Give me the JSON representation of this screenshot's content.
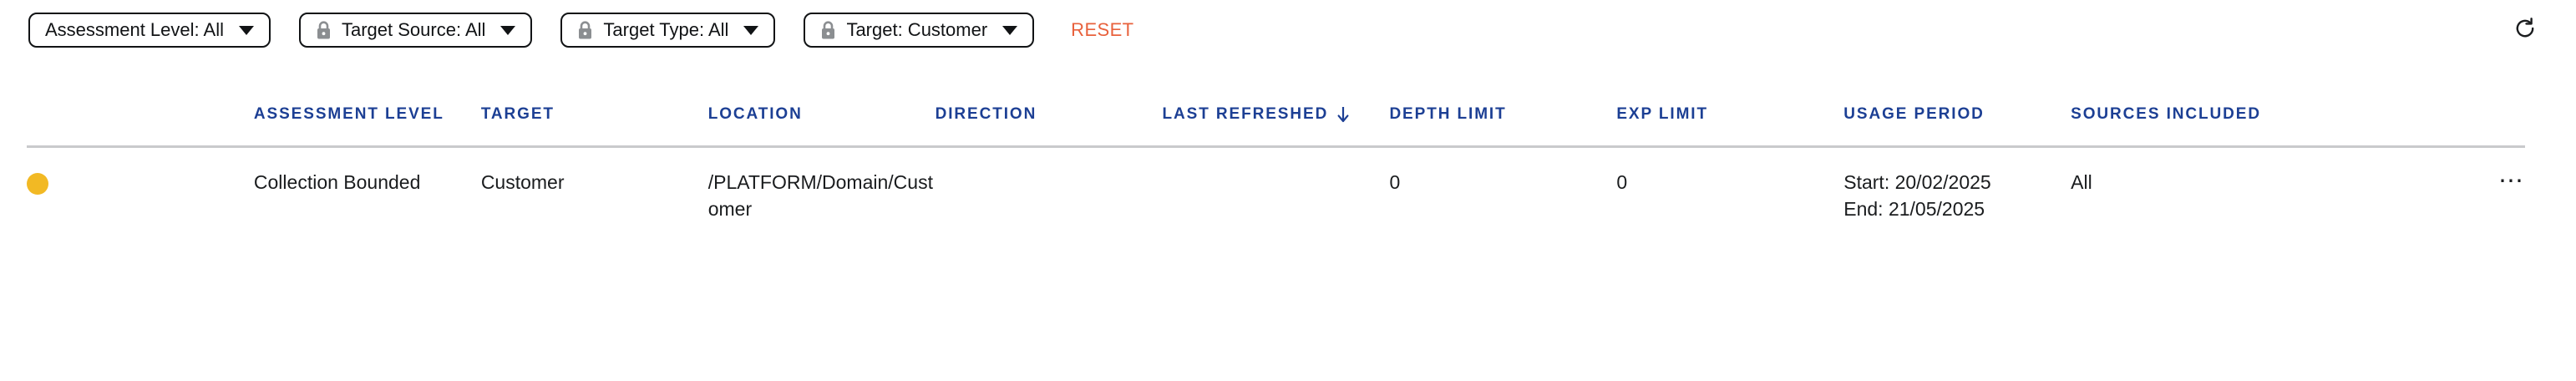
{
  "filter_bar": {
    "filters": [
      {
        "label": "Assessment Level: All",
        "locked": false,
        "icon": "chevron-down-icon"
      },
      {
        "label": "Target Source: All",
        "locked": true,
        "icon": "lock-icon"
      },
      {
        "label": "Target Type: All",
        "locked": true,
        "icon": "lock-icon"
      },
      {
        "label": "Target: Customer",
        "locked": true,
        "icon": "lock-icon"
      }
    ],
    "reset_label": "RESET",
    "reset_color": "#E8613C",
    "refresh_icon": "refresh-icon"
  },
  "table": {
    "columns": [
      {
        "key": "status",
        "label": ""
      },
      {
        "key": "assessment",
        "label": "ASSESSMENT LEVEL"
      },
      {
        "key": "target",
        "label": "TARGET"
      },
      {
        "key": "location",
        "label": "LOCATION"
      },
      {
        "key": "direction",
        "label": "DIRECTION"
      },
      {
        "key": "refreshed",
        "label": "LAST REFRESHED",
        "sorted": "desc"
      },
      {
        "key": "depth",
        "label": "DEPTH LIMIT"
      },
      {
        "key": "exp",
        "label": "EXP LIMIT"
      },
      {
        "key": "usage",
        "label": "USAGE PERIOD"
      },
      {
        "key": "sources",
        "label": "SOURCES INCLUDED"
      },
      {
        "key": "menu",
        "label": ""
      }
    ],
    "header_color": "#1C3F94",
    "rows": [
      {
        "status_color": "#F2B924",
        "assessment": "Collection Bounded",
        "target": "Customer",
        "location": "/PLATFORM/Domain/Customer",
        "direction": "",
        "refreshed": "",
        "depth_limit": "0",
        "exp_limit": "0",
        "usage_start": "Start: 20/02/2025",
        "usage_end": "End: 21/05/2025",
        "sources_included": "All",
        "menu_label": "⋯"
      }
    ]
  }
}
